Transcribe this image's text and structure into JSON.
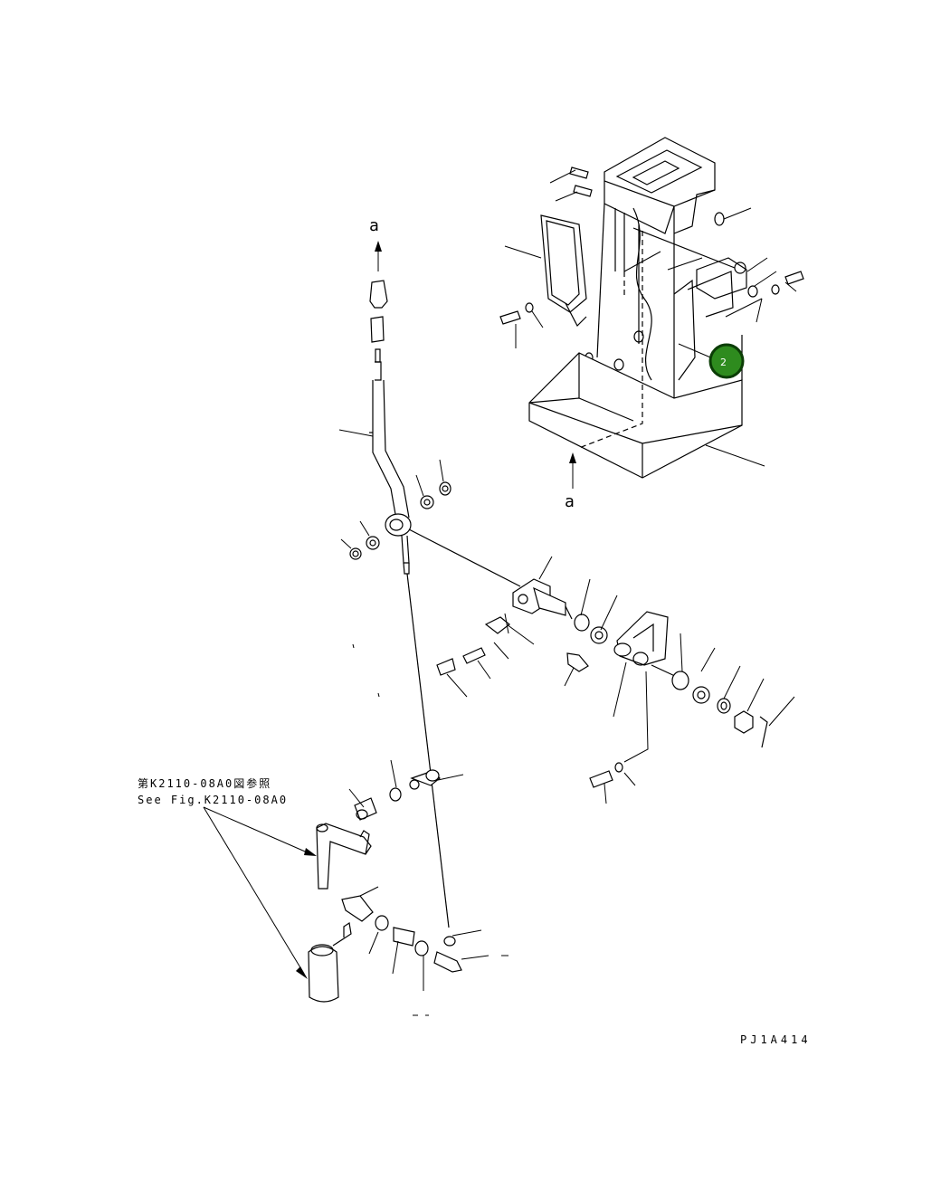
{
  "labels": {
    "view_top": "a",
    "view_bottom": "a"
  },
  "reference_note": {
    "line_jp": "第K2110-08A0図参照",
    "line_en": "See Fig.K2110-08A0"
  },
  "callout": {
    "number": "2",
    "color": "#2e8b1e",
    "border_color": "#0b3d06"
  },
  "drawing_code": "PJ1A414",
  "colors": {
    "line": "#000000",
    "background": "#ffffff"
  }
}
